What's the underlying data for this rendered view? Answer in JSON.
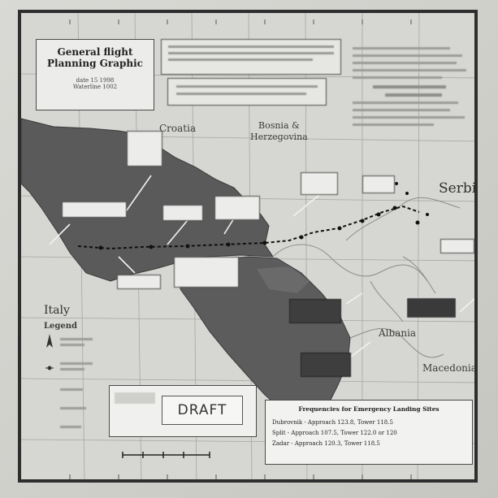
{
  "map": {
    "title_line1": "General flight",
    "title_line2": "Planning Graphic",
    "date_line1": "date 15 1998",
    "date_line2": "Waterline 1002",
    "draft_label": "DRAFT",
    "legend_title": "Legend",
    "frequencies": {
      "title": "Frequencies for Emergency Landing Sites",
      "lines": [
        "Dubrovnik - Approach 123.8, Tower 118.5",
        "Split - Approach 107.5, Tower 122.0 or 120",
        "Zadar - Approach 120.3, Tower 118.5"
      ]
    },
    "regions": {
      "croatia": "Croatia",
      "bosnia_line1": "Bosnia &",
      "bosnia_line2": "Herzegovina",
      "serbia": "Serbia",
      "italy": "Italy",
      "albania": "Albania",
      "macedonia": "Macedonia"
    },
    "colors": {
      "background": "#d6d6d2",
      "dark_land": "#5a5a5a",
      "frame": "#2e2e2e",
      "route": "#111111"
    },
    "icons": [
      "north-arrow-icon",
      "scale-bar-icon",
      "route-waypoint-icon"
    ]
  }
}
